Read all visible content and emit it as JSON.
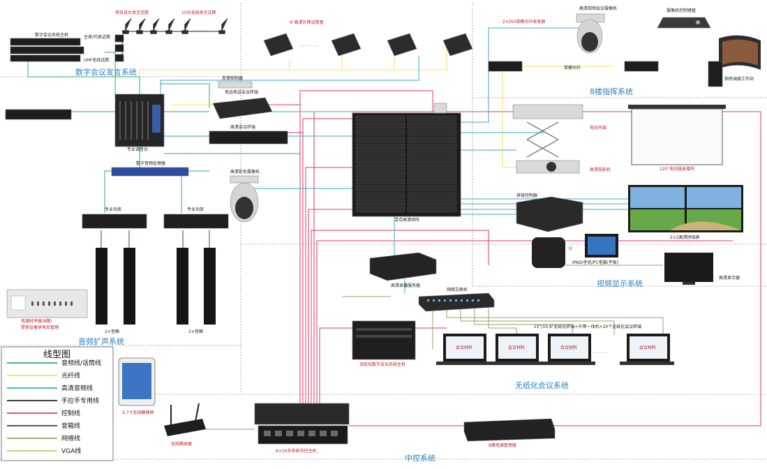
{
  "systems": {
    "conference": "数字会议发言系统",
    "command": "8楼指挥系统",
    "display": "视频显示系统",
    "audio": "音频扩声系统",
    "paperless": "无纸化会议系统",
    "control": "中控系统"
  },
  "devices": {
    "conf_host": "数字会议系统主机",
    "chairman_mic_label": "主席/代表话筒",
    "uhf_label": "UHF无线话筒",
    "mic_top1": "有线讲台发言话筒",
    "mic_top2": "10台无线发言话筒",
    "lift_box": "6\"高清升降话筒盒",
    "dvi_transceiver": "2×DVI单模光纤收发器",
    "fiber": "单模光纤",
    "ptz_top": "高清视频会议摄像机",
    "keyboard": "摄像机控制键盘",
    "workstation": "指挥调度工作站",
    "feedback": "反馈抑制器",
    "tel_conf": "电话电话会议终端",
    "hd_video_terminal": "高清会议终端",
    "mixer_label": "专业调音台",
    "dsp": "数字音频处理器",
    "amp1": "专业功放",
    "amp2": "专业功放",
    "hd_camera": "高清彩色摄像机",
    "matrix": "混合高清矩阵",
    "projector_lift": "电动吊架",
    "projector": "高清投影机",
    "screen": "120\"电动投影幕布",
    "splicer": "拼接控制器",
    "video_wall": "2×2高清拼接屏",
    "ipad_label": "IPAD/手机/PC电脑(平板)",
    "monitor": "高清显示器",
    "switch": "网络交换机",
    "recorder": "高清录播服务器",
    "paperless_host": "无纸化数字会议系统主机",
    "terminals_label": "15\"/15.6\"无纸化终端+升降一体机+20个无纸化会议终端",
    "speaker1": "2×音箱",
    "speaker2": "2×音箱",
    "timer": "电源时序器(8路)",
    "timer_sub": "提供设备供电及管理",
    "ipad": "9.7寸无线触摸屏",
    "router": "无线路由器",
    "central": "8×16多系统中控主机",
    "power_mgr": "8路电源管理器",
    "paperless_screen": "会议材料"
  },
  "legend": {
    "title": "线型图",
    "items": [
      {
        "label": "音频线/话筒线",
        "color": "#2fa77a"
      },
      {
        "label": "光纤线",
        "color": "#f4e15a"
      },
      {
        "label": "高清音频线",
        "color": "#3aa6d6"
      },
      {
        "label": "手拉手专用线",
        "color": "#222222"
      },
      {
        "label": "控制线",
        "color": "#e0356a"
      },
      {
        "label": "音箱线",
        "color": "#333a7a"
      },
      {
        "label": "网络线",
        "color": "#9aa06a"
      },
      {
        "label": "VGA线",
        "color": "#c9c96a"
      }
    ]
  },
  "colors": {
    "audio": "#2fa77a",
    "fiber": "#f4e15a",
    "hdav": "#3aa6d6",
    "handinhand": "#222222",
    "control": "#e0356a",
    "speaker": "#333a7a",
    "network": "#9aa06a",
    "vga": "#c9c96a",
    "system_label": "#2e7fbf"
  }
}
